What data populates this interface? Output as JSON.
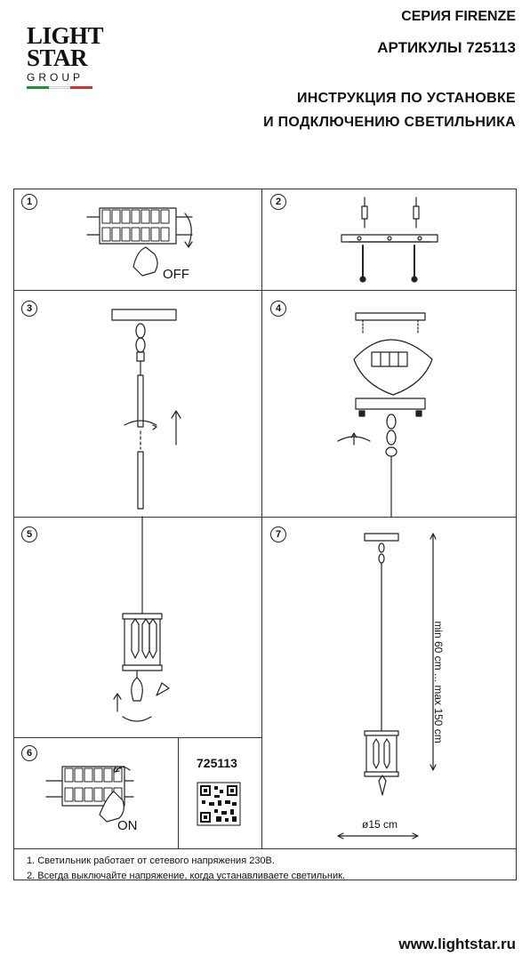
{
  "logo": {
    "line1": "LIGHT",
    "line2": "STAR",
    "line3": "GROUP",
    "flag_colors": [
      "#1e8c3a",
      "#ffffff",
      "#d32f2f"
    ]
  },
  "header": {
    "series": "СЕРИЯ FIRENZE",
    "articles": "АРТИКУЛЫ 725113",
    "instruction_line1": "ИНСТРУКЦИЯ ПО УСТАНОВКЕ",
    "instruction_line2": "И ПОДКЛЮЧЕНИЮ СВЕТИЛЬНИКА"
  },
  "steps": [
    {
      "number": "1",
      "label": "OFF"
    },
    {
      "number": "2"
    },
    {
      "number": "3"
    },
    {
      "number": "4"
    },
    {
      "number": "5"
    },
    {
      "number": "6",
      "label": "ON"
    },
    {
      "number": "7",
      "height_label": "min 60 cm ... max 150 cm",
      "diameter_label": "ø15 cm"
    }
  ],
  "article_code": "725113",
  "notes": [
    "1. Светильник работает от сетевого напряжения 230В.",
    "2. Всегда выключайте напряжение, когда устанавливаете светильник."
  ],
  "website": "www.lightstar.ru",
  "colors": {
    "line": "#333333",
    "text": "#111111"
  }
}
